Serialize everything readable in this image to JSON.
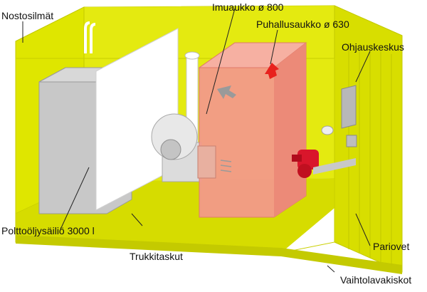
{
  "labels": {
    "nostosilmat": "Nostosilmät",
    "imuaukko": "Imuaukko ø 800",
    "puhallusaukko": "Puhallusaukko ø 630",
    "ohjauskeskus": "Ohjauskeskus",
    "polttooljysailio": "Polttoöljysäiliö 3000 l",
    "trukkitaskut": "Trukkitaskut",
    "pariovet": "Pariovet",
    "vaihtolavakiskot": "Vaihtolavakiskot"
  },
  "colors": {
    "container": "#dfe600",
    "container_dark": "#c4ca00",
    "tank": "#c9c9c9",
    "heater": "#f39a8a",
    "arrow": "#e8211d",
    "burner": "#d9162b",
    "line": "#222222"
  }
}
